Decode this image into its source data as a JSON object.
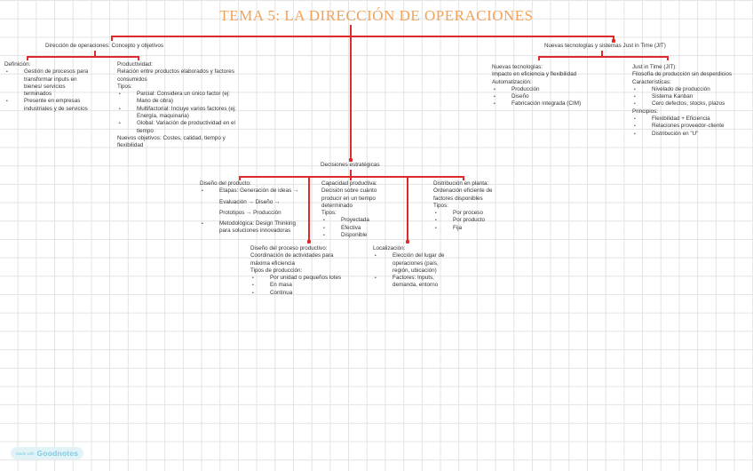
{
  "title": "TEMA 5: LA DIRECCIÓN DE OPERACIONES",
  "colors": {
    "title": "#f2a35a",
    "connector": "#dd2b2b",
    "grid": "#e3e3e3",
    "badge": "#7fcbe0"
  },
  "left_branch": {
    "heading": "Dirección de operaciones: Concepto y objetivos",
    "definicion": {
      "label": "Definición:",
      "items": [
        "Gestión de procesos para transformar inputs en bienes/ servicios terminados",
        "Presente en empresas industriales y de servicios"
      ]
    },
    "productividad": {
      "label": "Productividad:",
      "desc": "Relación entre productos elaborados y factores consumidos",
      "tipos_label": "Tipos:",
      "tipos": [
        "Parcial: Considera un único factor (ej: Mano de obra)",
        "Multifactorial: Incluye varios factores (ej: Energía, maquinaria)",
        "Global: Variación de productividad en el tiempo"
      ],
      "objetivos": "Nuevos objetivos: Costes, calidad, tiempo y flexibilidad"
    }
  },
  "right_branch": {
    "heading": "Nuevas tecnologías y sistemas Just in Time (JIT)",
    "tecnologias": {
      "label": "Nuevas tecnologías:",
      "desc": "Impacto en eficiencia y flexibilidad",
      "auto_label": "Automatización:",
      "items": [
        "Producción",
        "Diseño",
        "Fabricación integrada (CIM)"
      ]
    },
    "jit": {
      "label": "Just in Time (JIT):",
      "desc": "Filosofía de producción sin desperdicios",
      "car_label": "Características:",
      "caracteristicas": [
        "Nivelado de producción",
        "Sistema Kanban",
        "Cero defectos, stocks, plazos"
      ],
      "prin_label": "Principios:",
      "principios": [
        "Flexibilidad + Eficiencia",
        "Relaciones proveedor-cliente",
        "Distribución en \"U\""
      ]
    }
  },
  "center_branch": {
    "heading": "Decisiones estratégicas",
    "diseno_producto": {
      "label": "Diseño del producto:",
      "etapas": [
        "Etapas: Generación de ideas →",
        "Evaluación → Diseño →",
        "Prototipos → Producción"
      ],
      "metodologia": "Metodológica: Design Thinking para soluciones innovadoras"
    },
    "capacidad": {
      "label": "Capacidad productiva:",
      "desc": "Decisión sobre cuánto producir en un tiempo determinado",
      "tipos_label": "Tipos:",
      "tipos": [
        "Proyectada",
        "Efectiva",
        "Disponible"
      ]
    },
    "distribucion": {
      "label": "Distribución en planta:",
      "desc": "Ordenación eficiente de factores disponibles",
      "tipos_label": "Tipos:",
      "tipos": [
        "Por proceso",
        "Por producto",
        "Fija"
      ]
    },
    "proceso": {
      "label": "Diseño del proceso productivo:",
      "desc": "Coordinación de actividades para máxima eficiencia",
      "tipos_label": "Tipos de producción:",
      "tipos": [
        "Por unidad o pequeños lotes",
        "En masa",
        "Continua"
      ]
    },
    "localizacion": {
      "label": "Localización:",
      "items": [
        "Elección del lugar de operaciones (país, región, ubicación)",
        "Factores: Inputs, demanda, entorno"
      ]
    }
  },
  "watermark": {
    "prefix": "Made with",
    "brand": "Goodnotes"
  }
}
